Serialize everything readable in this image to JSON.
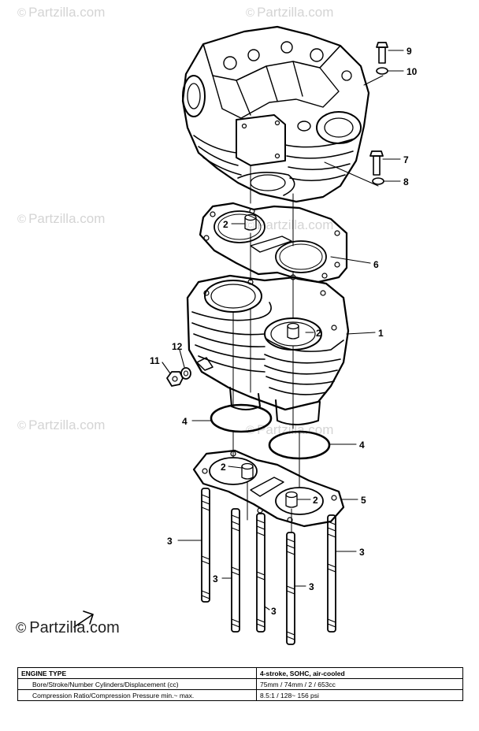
{
  "watermark": {
    "symbol": "©",
    "text": "Partzilla.com"
  },
  "brand": {
    "symbol": "©",
    "text": "Partzilla.com"
  },
  "callouts": {
    "head_bolt": "9",
    "head_washer": "10",
    "bolt": "7",
    "washer": "8",
    "head_gasket": "6",
    "cylinder": "1",
    "dowel_upper_left": "2",
    "dowel_cylinder": "2",
    "dowel_base_left": "2",
    "dowel_base_right": "2",
    "plug": "11",
    "plug_gasket": "12",
    "oring_left": "4",
    "oring_right": "4",
    "base_gasket": "5",
    "stud_a": "3",
    "stud_b": "3",
    "stud_c": "3",
    "stud_d": "3",
    "stud_e": "3"
  },
  "spec_table": {
    "header_label": "ENGINE TYPE",
    "header_value": "4-stroke, SOHC, air-cooled",
    "rows": [
      {
        "label": "Bore/Stroke/Number Cylinders/Displacement (cc)",
        "value": "75mm / 74mm / 2 / 653cc"
      },
      {
        "label": "Compression Ratio/Compression Pressure  min.~ max.",
        "value": "8.5:1 / 128~ 156 psi"
      }
    ]
  }
}
